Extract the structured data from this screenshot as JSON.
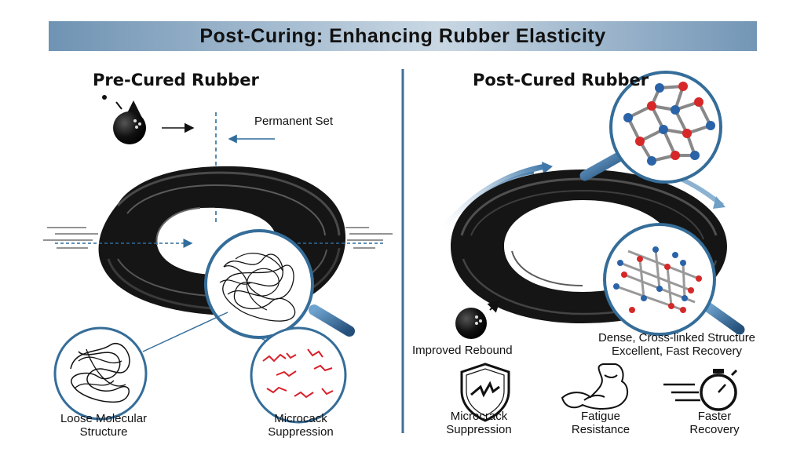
{
  "banner": {
    "title": "Post-Curing: Enhancing Rubber Elasticity"
  },
  "left": {
    "title": "Pre-Cured Rubber",
    "permanent_set": "Permanent Set",
    "captions": [
      "Loose Molecular Structure",
      "Microcack Suppression"
    ]
  },
  "right": {
    "title": "Post-Cured Rubber",
    "rebound": "Improved Rebound",
    "structure": [
      "Dense, Cross-linked Structure",
      "Excellent, Fast Recovery"
    ],
    "benefits": [
      {
        "label": "Microcrack Suppression",
        "icon": "shield-crack-icon"
      },
      {
        "label": "Fatigue Resistance",
        "icon": "flexed-arm-icon"
      },
      {
        "label": "Faster Recovery",
        "icon": "stopwatch-icon"
      }
    ]
  },
  "colors": {
    "accent": "#2f6d9c",
    "crack": "#d8202a",
    "atom_red": "#d62828",
    "atom_blue": "#2a63a8"
  }
}
